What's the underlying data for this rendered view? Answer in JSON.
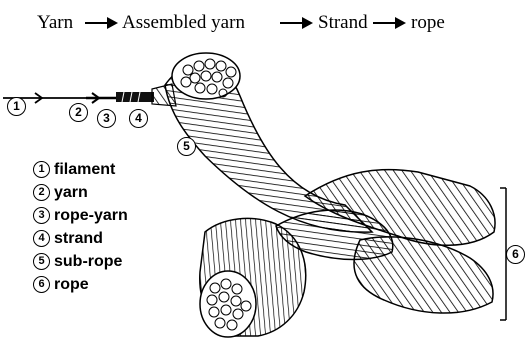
{
  "flow": {
    "steps": [
      "Yarn",
      "Assembled yarn",
      "Strand",
      "rope"
    ]
  },
  "legend": [
    {
      "number": "1",
      "label": "filament"
    },
    {
      "number": "2",
      "label": "yarn"
    },
    {
      "number": "3",
      "label": "rope-yarn"
    },
    {
      "number": "4",
      "label": "strand"
    },
    {
      "number": "5",
      "label": "sub-rope"
    },
    {
      "number": "6",
      "label": "rope"
    }
  ],
  "callouts": {
    "filament": "1",
    "yarn": "2",
    "rope_yarn": "3",
    "strand": "4",
    "sub_rope": "5",
    "rope": "6"
  }
}
